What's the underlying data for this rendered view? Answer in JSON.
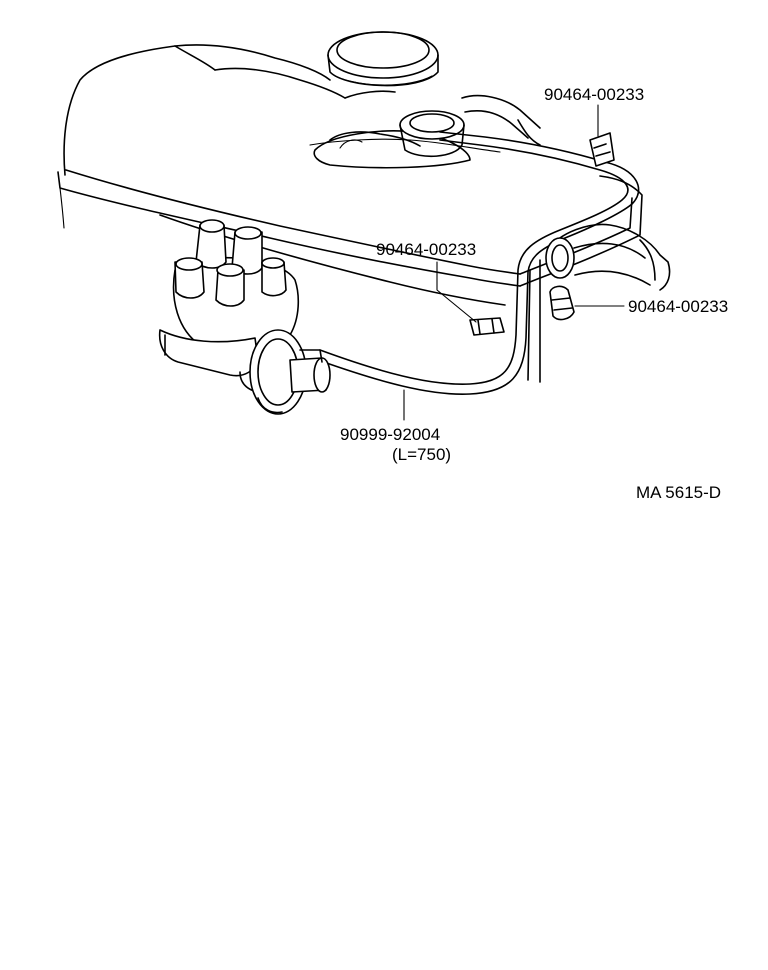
{
  "labels": {
    "clip_top_right": "90464-00233",
    "clip_center": "90464-00233",
    "clip_right": "90464-00233",
    "hose_part": "90999-92004",
    "hose_length": "(L=750)",
    "figure_code": "MA 5615-D"
  },
  "colors": {
    "line": "#000000",
    "background": "#ffffff"
  }
}
